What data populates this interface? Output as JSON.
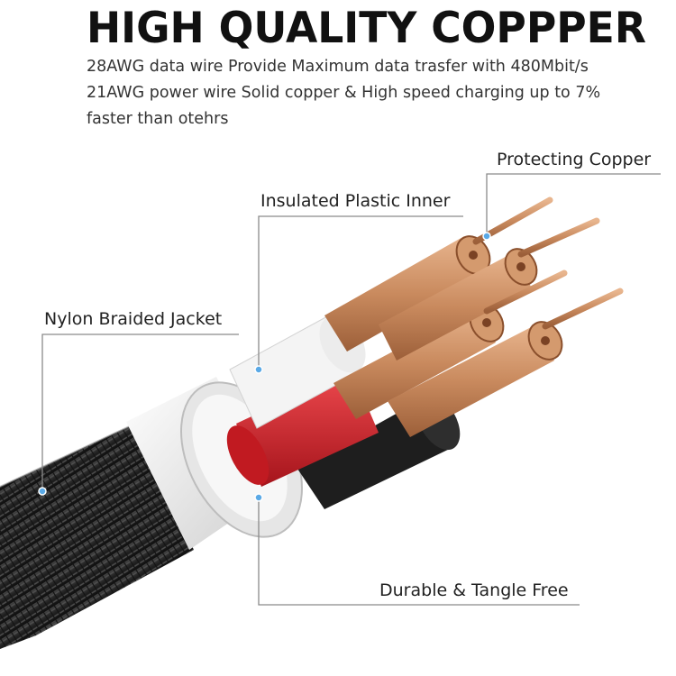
{
  "header": {
    "title": "HIGH QUALITY COPPPER",
    "line1": "28AWG data wire  Provide Maximum data trasfer with 480Mbit/s",
    "line2": "21AWG power wire  Solid copper & High speed charging up to 7%",
    "line3": "faster than otehrs"
  },
  "callouts": {
    "protecting_copper": "Protecting Copper",
    "insulated_inner": "Insulated Plastic Inner",
    "nylon_jacket": "Nylon Braided Jacket",
    "durable": "Durable & Tangle Free"
  },
  "colors": {
    "copper": "#c98a5e",
    "red_wire": "#d7232b",
    "jacket": "#2b2b2b",
    "leader_line": "#8a8a8a",
    "dot": "#5aa9e6"
  }
}
